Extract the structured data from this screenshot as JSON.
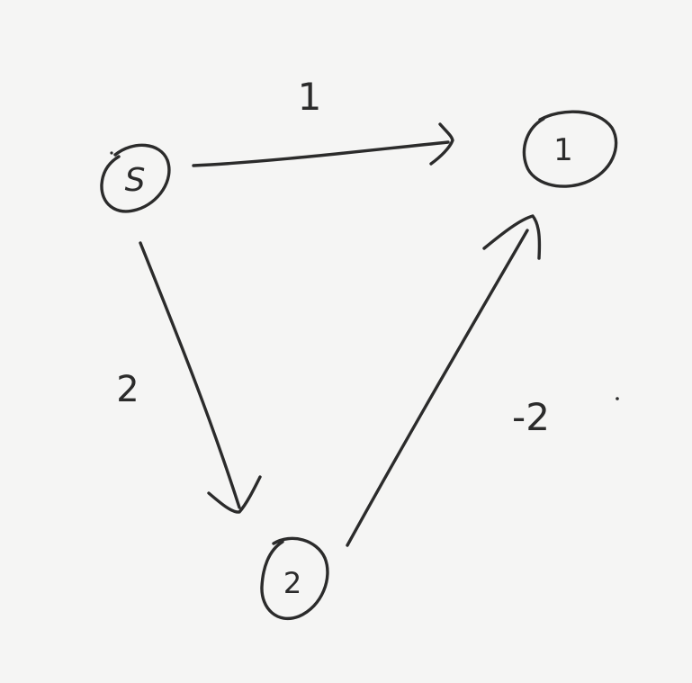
{
  "graph": {
    "nodes": [
      {
        "id": "s",
        "label": "S"
      },
      {
        "id": "n1",
        "label": "1"
      },
      {
        "id": "n2",
        "label": "2"
      }
    ],
    "edges": [
      {
        "from": "S",
        "to": "1",
        "weight": "1"
      },
      {
        "from": "S",
        "to": "2",
        "weight": "2"
      },
      {
        "from": "2",
        "to": "1",
        "weight": "-2"
      }
    ]
  },
  "colors": {
    "ink": "#2b2b2b",
    "paper": "#f5f5f4"
  }
}
